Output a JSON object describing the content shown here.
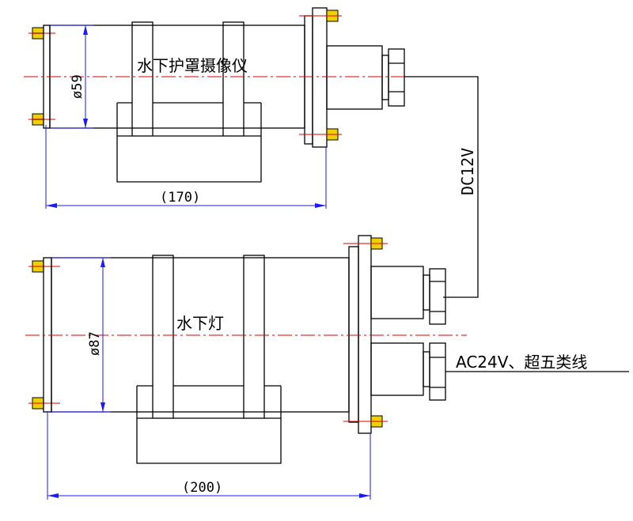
{
  "camera": {
    "label": "水下护罩摄像仪",
    "diameter": "ø59",
    "length": "(170)"
  },
  "lamp": {
    "label": "水下灯",
    "diameter": "ø87",
    "length": "(200)"
  },
  "cables": {
    "camera_power": "DC12V",
    "lamp_power": "AC24V、超五类线"
  },
  "colors": {
    "line": "#000000",
    "dimension": "#1a1aff",
    "centerline": "#e00000",
    "bolt": "#f0d000"
  }
}
